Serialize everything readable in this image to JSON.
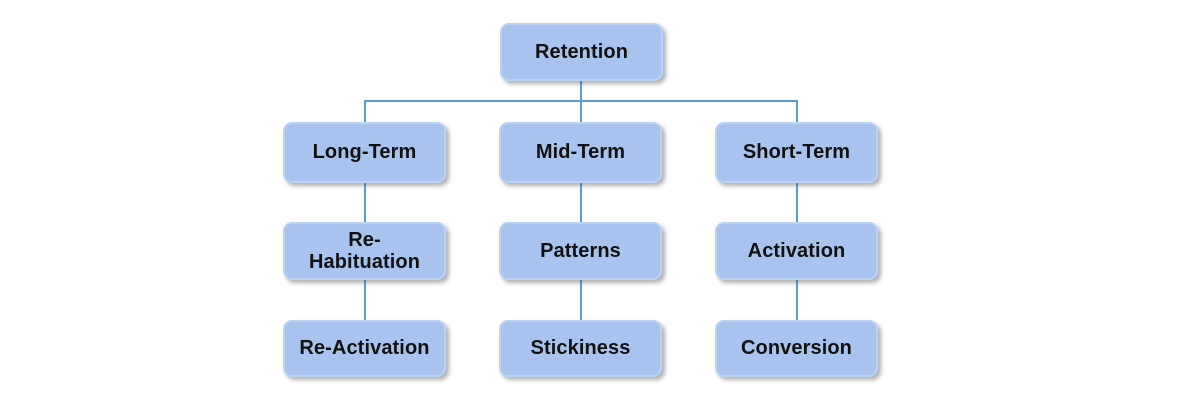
{
  "diagram": {
    "type": "tree",
    "title": "Retention",
    "background_color": "#ffffff",
    "node_fill_color": "#a8c4ee",
    "node_border_color": "#bad3f2",
    "connector_color": "#5b9bd5",
    "text_color": "#111111",
    "root": {
      "label": "Retention"
    },
    "columns": [
      {
        "header": "Long-Term",
        "nodes": [
          {
            "label": "Long-Term"
          },
          {
            "label": "Re-\nHabituation"
          },
          {
            "label": "Re-Activation"
          }
        ]
      },
      {
        "header": "Mid-Term",
        "nodes": [
          {
            "label": "Mid-Term"
          },
          {
            "label": "Patterns"
          },
          {
            "label": "Stickiness"
          }
        ]
      },
      {
        "header": "Short-Term",
        "nodes": [
          {
            "label": "Short-Term"
          },
          {
            "label": "Activation"
          },
          {
            "label": "Conversion"
          }
        ]
      }
    ]
  }
}
